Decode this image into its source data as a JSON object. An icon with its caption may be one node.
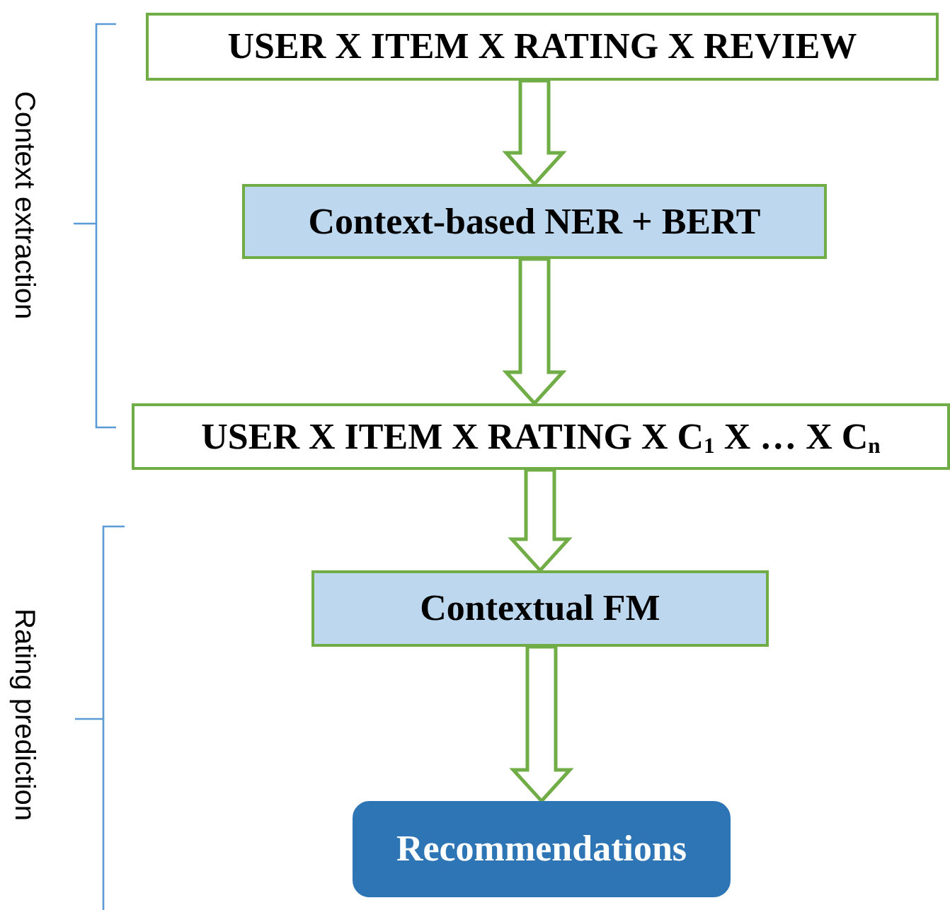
{
  "diagram": {
    "nodes": [
      {
        "text": [
          "USER X ITEM X RATING X REVIEW"
        ]
      },
      {
        "text": [
          "Context-based NER + BERT"
        ]
      },
      {
        "text": [
          "USER X ITEM X RATING X C$_{1}$ X … X C$_{n}$"
        ]
      },
      {
        "text": [
          "Contextual FM"
        ]
      },
      {
        "text": [
          "Recommendations"
        ]
      }
    ],
    "edges": [
      {
        "from": 0,
        "to": 1,
        "arrow": "to"
      },
      {
        "from": 1,
        "to": 2,
        "arrow": "to"
      },
      {
        "from": 2,
        "to": 3,
        "arrow": "to"
      },
      {
        "from": 3,
        "to": 4,
        "arrow": "to"
      }
    ],
    "labels": [
      "Context extraction",
      "Rating prediction"
    ]
  }
}
